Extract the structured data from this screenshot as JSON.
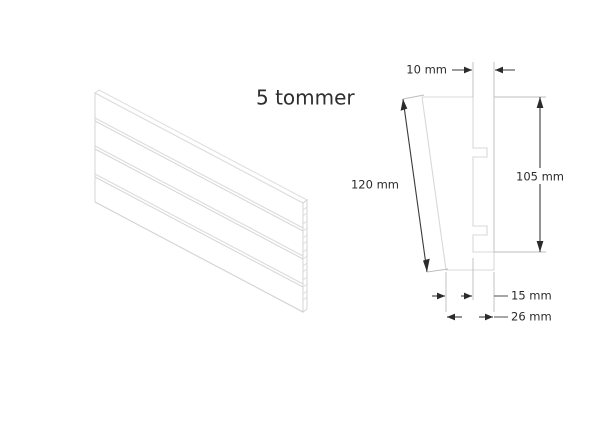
{
  "drawing": {
    "title_label": "5 tommer",
    "background_color": "#ffffff",
    "line_color": "#d4d4d4",
    "dimension_color": "#2b2b2b"
  },
  "panel_view": {
    "name_label": "cladding-panel-isometric",
    "board_count": 4,
    "description_label": "5 tommer"
  },
  "profile_view": {
    "name_label": "board-cross-section-profile"
  },
  "dimensions": {
    "thickness": {
      "value_label": "10 mm",
      "value": 10,
      "unit": "mm",
      "orientation": "horizontal-top"
    },
    "face_height": {
      "value_label": "120 mm",
      "value": 120,
      "unit": "mm",
      "orientation": "slanted-left"
    },
    "cover_height": {
      "value_label": "105 mm",
      "value": 105,
      "unit": "mm",
      "orientation": "vertical-right"
    },
    "tongue_depth": {
      "value_label": "15 mm",
      "value": 15,
      "unit": "mm",
      "orientation": "horizontal-bottom"
    },
    "overall_depth": {
      "value_label": "26 mm",
      "value": 26,
      "unit": "mm",
      "orientation": "horizontal-bottom"
    }
  }
}
